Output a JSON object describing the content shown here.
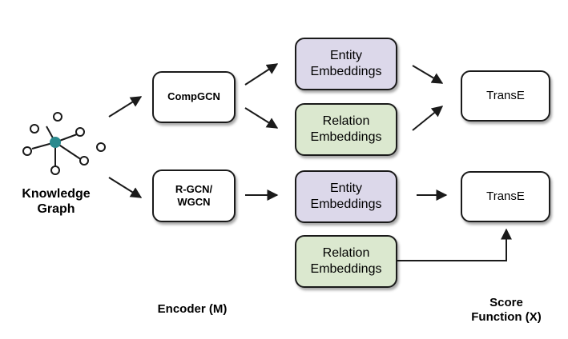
{
  "knowledge_graph": {
    "label": "Knowledge\nGraph"
  },
  "encoders": {
    "top": "CompGCN",
    "bottom": "R-GCN/\nWGCN"
  },
  "embeddings": {
    "top_entity": "Entity\nEmbeddings",
    "top_relation": "Relation\nEmbeddings",
    "bottom_entity": "Entity\nEmbeddings",
    "bottom_relation": "Relation\nEmbeddings"
  },
  "score_functions": {
    "top": "TransE",
    "bottom": "TransE"
  },
  "captions": {
    "encoder": "Encoder (M)",
    "score": "Score\nFunction (X)"
  },
  "colors": {
    "entity_fill": "#dcd8ea",
    "relation_fill": "#dbe8cf",
    "hub_node": "#2a8a8e",
    "stroke": "#1a1a1a"
  }
}
